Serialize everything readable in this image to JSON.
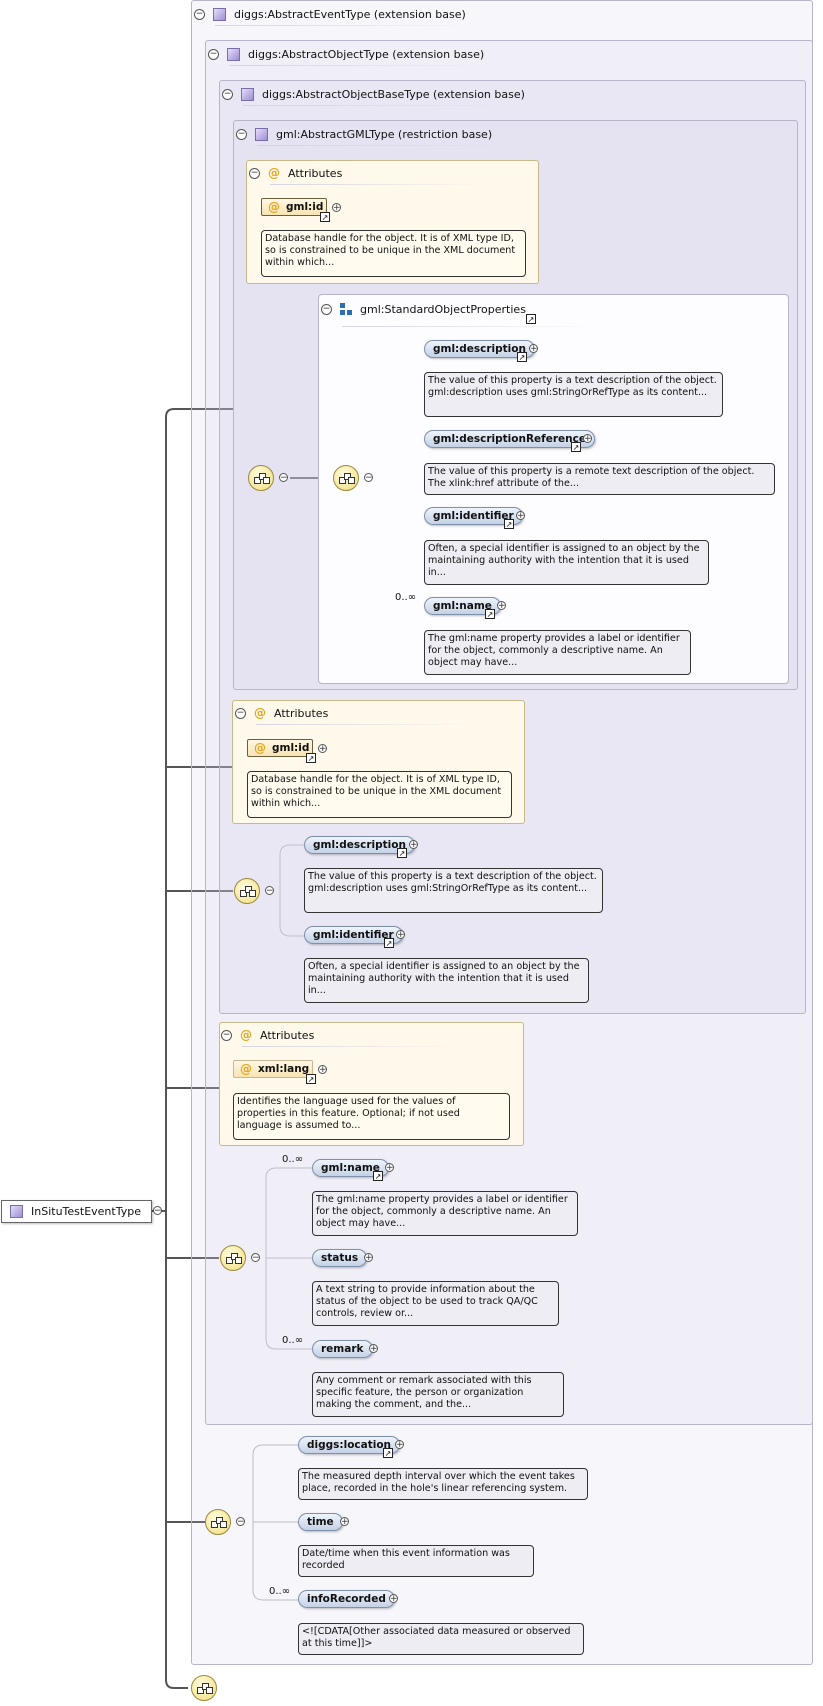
{
  "root": {
    "label": "InSituTestEventType"
  },
  "panels": {
    "event": {
      "label": "diggs:AbstractEventType (extension base)"
    },
    "object": {
      "label": "diggs:AbstractObjectType (extension base)"
    },
    "objectbase": {
      "label": "diggs:AbstractObjectBaseType (extension base)"
    },
    "gml": {
      "label": "gml:AbstractGMLType (restriction base)"
    }
  },
  "attributes_heading": "Attributes",
  "gml_attrs": {
    "id": {
      "label": "gml:id",
      "doc": "Database handle for the object. It is of XML type ID, so is constrained to be unique in the XML document within which..."
    }
  },
  "std_props": {
    "label": "gml:StandardObjectProperties",
    "items": [
      {
        "label": "gml:description",
        "doc": "The value of this property is a text description of the object. gml:description uses gml:StringOrRefType as its content..."
      },
      {
        "label": "gml:descriptionReference",
        "doc": "The value of this property is a remote text description of the object. The xlink:href attribute of the..."
      },
      {
        "label": "gml:identifier",
        "doc": "Often, a special identifier is assigned to an object by the maintaining authority with the intention that it is used in..."
      },
      {
        "label": "gml:name",
        "card": "0..∞",
        "doc": "The gml:name property provides a label or identifier for the object, commonly a descriptive name. An object may have..."
      }
    ]
  },
  "objbase_attrs": {
    "id": {
      "label": "gml:id",
      "doc": "Database handle for the object. It is of XML type ID, so is constrained to be unique in the XML document within which..."
    }
  },
  "objbase_seq": {
    "items": [
      {
        "label": "gml:description",
        "doc": "The value of this property is a text description of the object. gml:description uses gml:StringOrRefType as its content..."
      },
      {
        "label": "gml:identifier",
        "doc": "Often, a special identifier is assigned to an object by the maintaining authority with the intention that it is used in..."
      }
    ]
  },
  "object_attrs": {
    "lang": {
      "label": "xml:lang",
      "doc": "Identifies the language used for the values of properties in this feature. Optional; if not used language is assumed to..."
    }
  },
  "object_seq": {
    "items": [
      {
        "label": "gml:name",
        "card": "0..∞",
        "doc": "The gml:name property provides a label or identifier for the object, commonly a descriptive name. An object may have..."
      },
      {
        "label": "status",
        "doc": "A text string to provide information about the status of the object to be used to track QA/QC controls, review or..."
      },
      {
        "label": "remark",
        "card": "0..∞",
        "doc": "Any comment or remark associated with this specific feature, the person or organization making the comment, and the..."
      }
    ]
  },
  "event_seq": {
    "items": [
      {
        "label": "diggs:location",
        "doc": "The measured depth interval over which the event takes place, recorded in the hole's linear referencing system."
      },
      {
        "label": "time",
        "doc": "Date/time when this event information was recorded"
      },
      {
        "label": "infoRecorded",
        "card": "0..∞",
        "doc": "<![CDATA[Other associated data measured or observed at this time]]>"
      }
    ]
  },
  "icons": {
    "minus": "−",
    "plus": "+",
    "arrow": "↗"
  }
}
